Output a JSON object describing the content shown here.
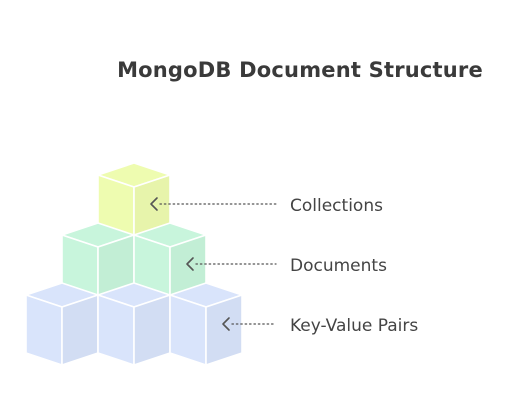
{
  "diagram": {
    "title": "MongoDB Document Structure",
    "levels": [
      {
        "label": "Collections",
        "color": "#eefcb0",
        "cube_count": 1
      },
      {
        "label": "Documents",
        "color": "#c8f5dc",
        "cube_count": 2
      },
      {
        "label": "Key-Value Pairs",
        "color": "#d9e4fb",
        "cube_count": 3
      }
    ]
  }
}
